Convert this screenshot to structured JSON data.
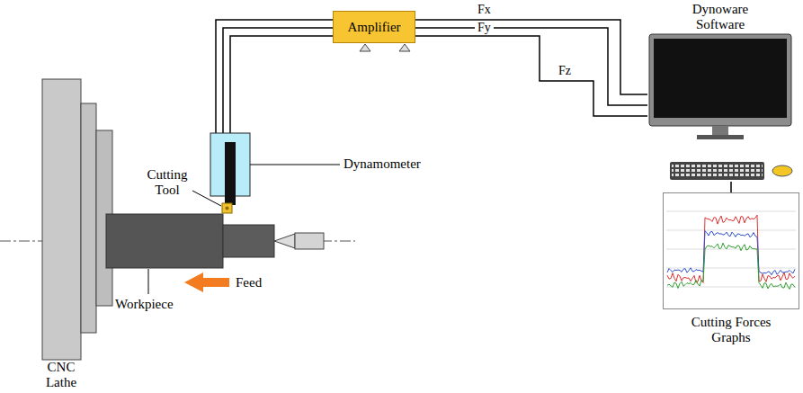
{
  "diagram": {
    "nodes": [
      {
        "text": [
          "Amplifier"
        ]
      },
      {
        "text": [
          "Dynoware Software"
        ]
      },
      {
        "text": [
          "Cutting Forces Graphs"
        ]
      }
    ],
    "edges": [
      {
        "from": 0,
        "to": 1,
        "arrow": "none",
        "label": "Fx"
      },
      {
        "from": 0,
        "to": 1,
        "arrow": "none",
        "label": "Fy"
      },
      {
        "from": 0,
        "to": 1,
        "arrow": "none",
        "label": "Fz"
      },
      {
        "from": 1,
        "to": 2,
        "arrow": "none"
      }
    ],
    "labels": [
      "Cutting Tool",
      "Dynamometer",
      "Workpiece",
      "Feed",
      "CNC Lathe"
    ]
  }
}
